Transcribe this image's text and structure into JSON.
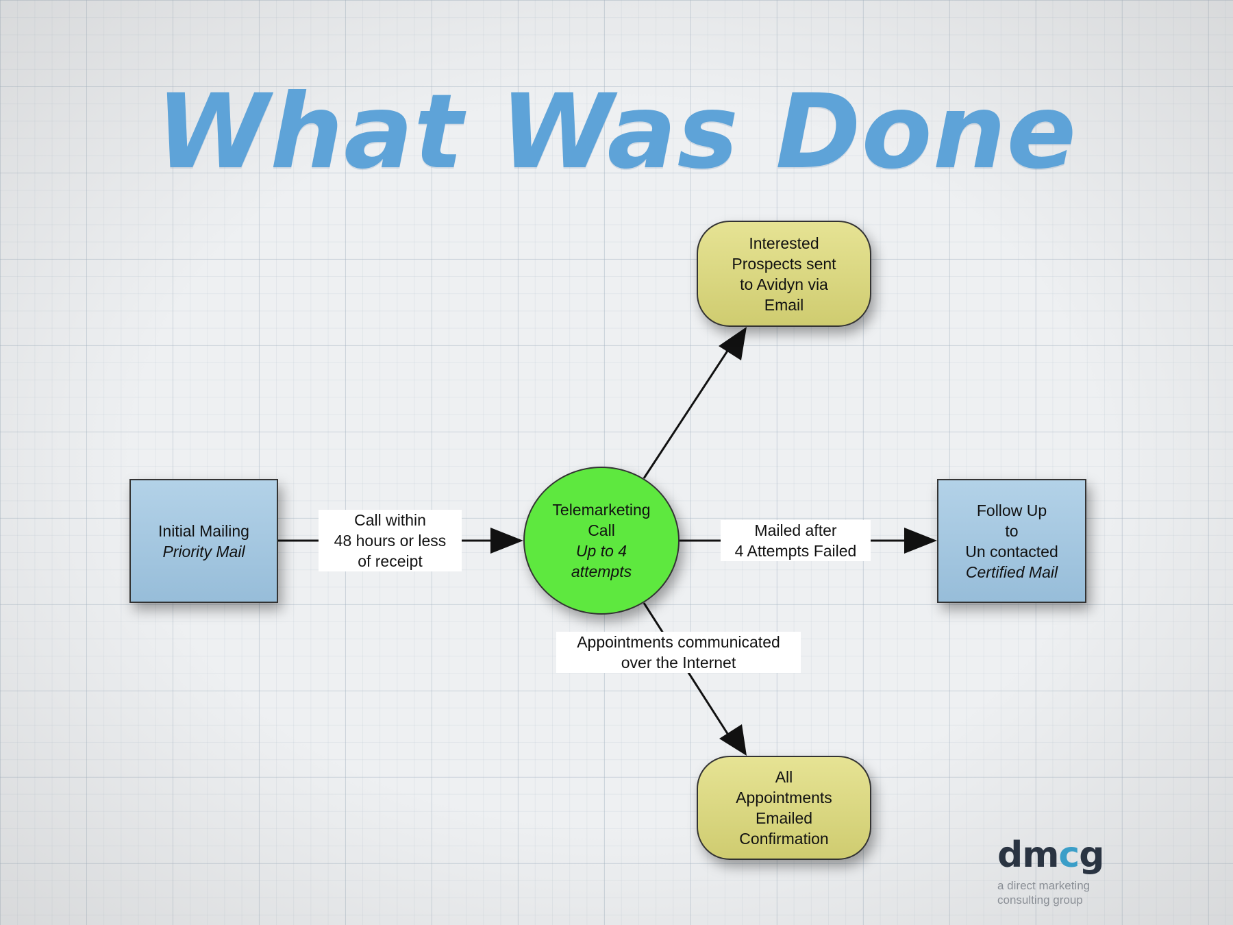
{
  "title": "What Was Done",
  "nodes": {
    "initial": {
      "line1": "Initial Mailing",
      "line2": "Priority Mail"
    },
    "telemarketing": {
      "line1": "Telemarketing",
      "line2": "Call",
      "line3": "Up to 4",
      "line4": "attempts"
    },
    "interested": {
      "line1": "Interested",
      "line2": "Prospects sent",
      "line3": "to Avidyn via",
      "line4": "Email"
    },
    "followup": {
      "line1": "Follow Up",
      "line2": "to",
      "line3": "Un contacted",
      "line4": "Certified Mail"
    },
    "appointments": {
      "line1": "All",
      "line2": "Appointments",
      "line3": "Emailed",
      "line4": "Confirmation"
    }
  },
  "edge_labels": {
    "call_within": {
      "line1": "Call within",
      "line2": "48 hours or less",
      "line3": "of receipt"
    },
    "mailed_after": {
      "line1": "Mailed after",
      "line2": "4 Attempts Failed"
    },
    "appointments_comm": {
      "line1": "Appointments communicated",
      "line2": "over the Internet"
    }
  },
  "logo": {
    "mark_a": "dm",
    "mark_b": "c",
    "mark_c": "g",
    "tagline1": "a direct marketing",
    "tagline2": "consulting group"
  },
  "colors": {
    "title": "#5ea3d8",
    "box": "#a8c9e2",
    "pill": "#dcd984",
    "circle": "#5ee83f"
  }
}
